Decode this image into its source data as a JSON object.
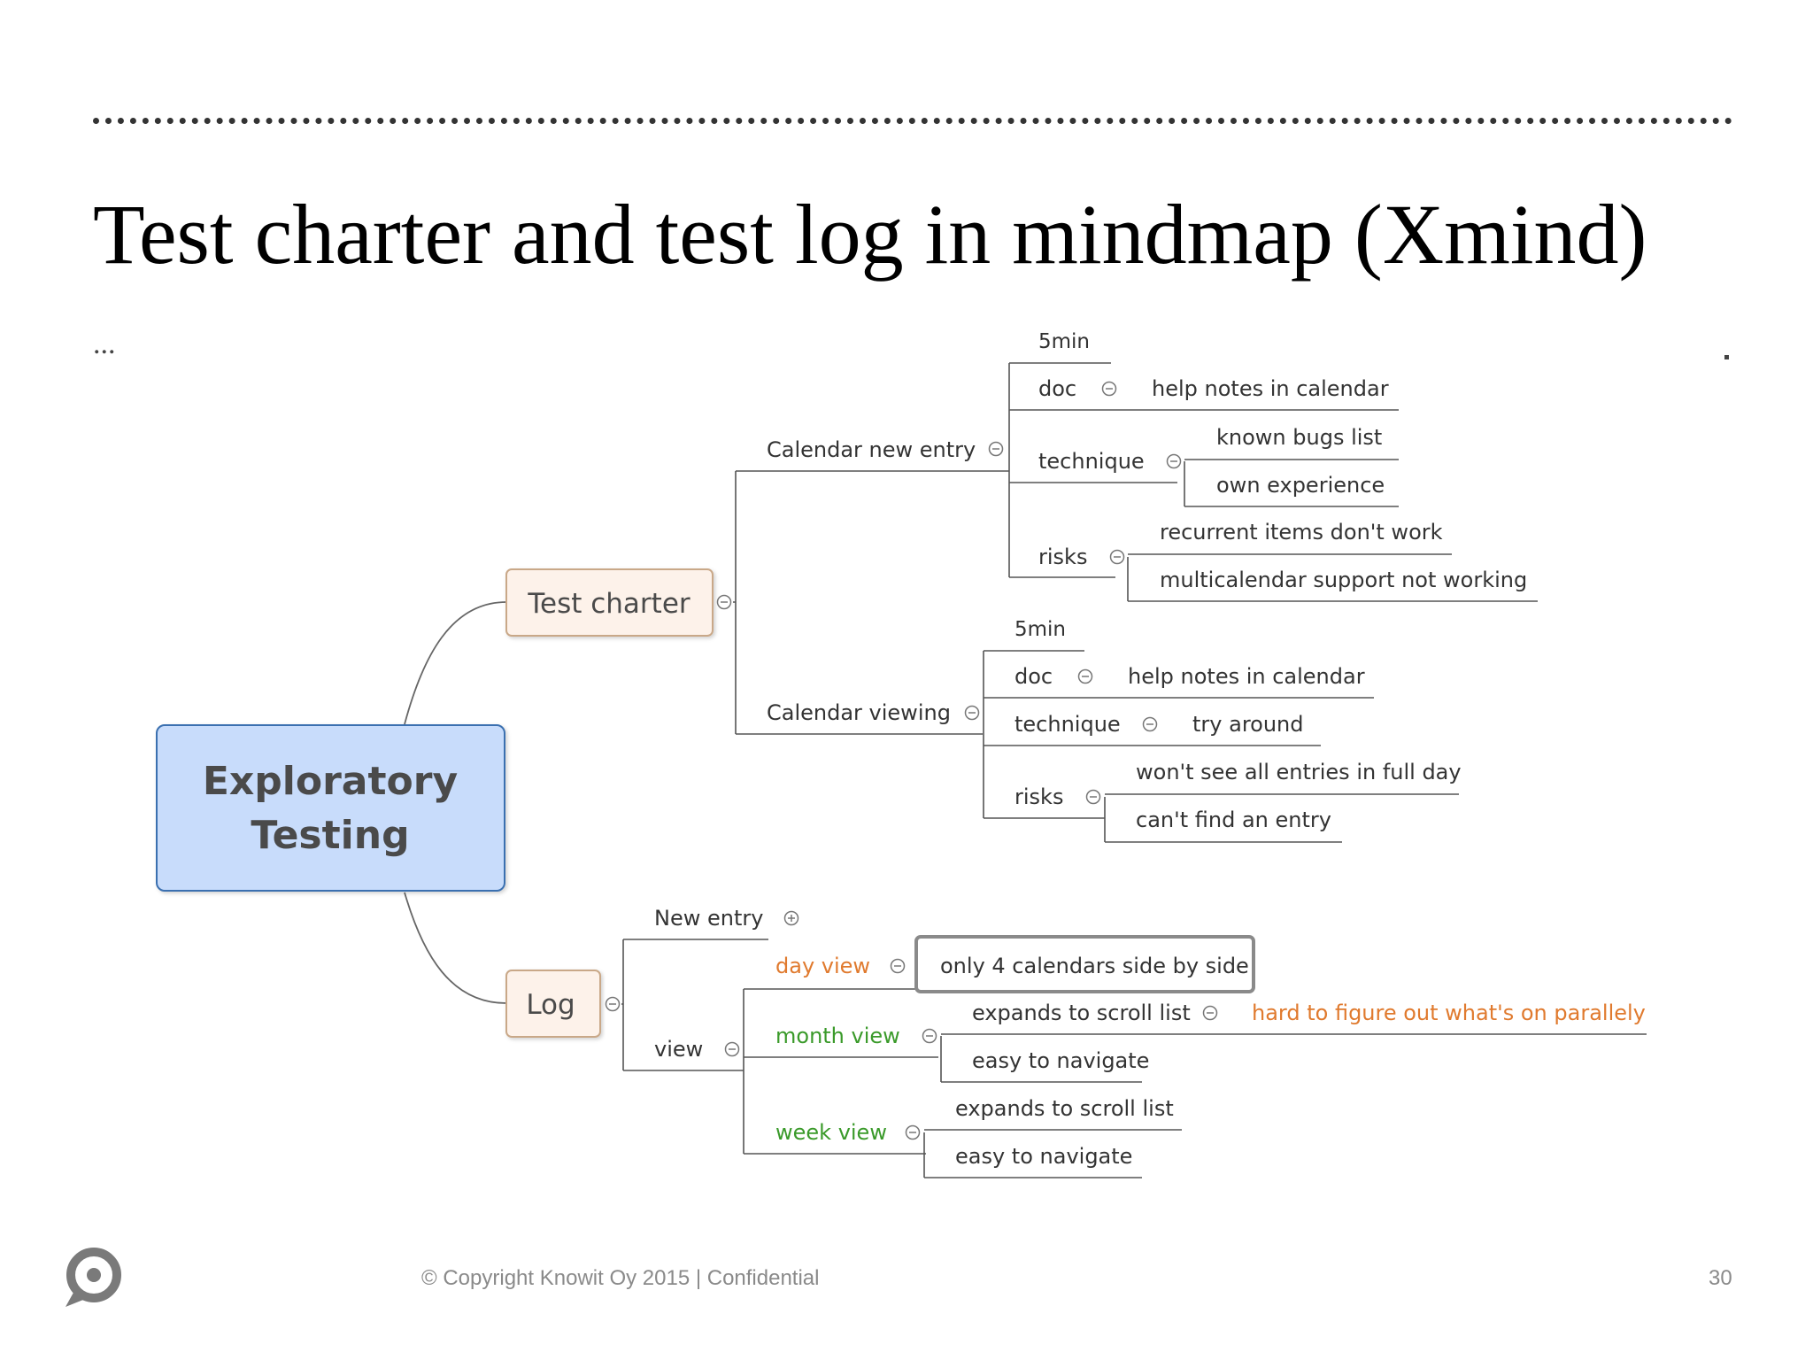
{
  "slide": {
    "title": "Test charter and test log in mindmap (Xmind)",
    "ellipsis": "...",
    "footer": {
      "copyright": "© Copyright  Knowit Oy 2015  | Confidential",
      "page_number": "30"
    }
  },
  "mindmap": {
    "root": "Exploratory Testing",
    "colors": {
      "root_fill": "#c8dcfb",
      "root_border": "#3a6fb0",
      "branch_fill": "#fdf2ea",
      "branch_border": "#c9a888",
      "orange_text": "#e07a2e",
      "green_text": "#3a9a2a",
      "line": "#555555"
    },
    "test_charter": {
      "label": "Test charter",
      "calendar_new_entry": {
        "label": "Calendar new entry",
        "time": "5min",
        "doc": "doc",
        "doc_item": "help notes in calendar",
        "technique": "technique",
        "technique_items": [
          "known bugs list",
          "own experience"
        ],
        "risks": "risks",
        "risk_items": [
          "recurrent items don't work",
          "multicalendar support not working"
        ]
      },
      "calendar_viewing": {
        "label": "Calendar viewing",
        "time": "5min",
        "doc": "doc",
        "doc_item": "help notes in calendar",
        "technique": "technique",
        "technique_item": "try around",
        "risks": "risks",
        "risk_items": [
          "won't see all entries in full day",
          "can't find an entry"
        ]
      }
    },
    "log": {
      "label": "Log",
      "new_entry": "New entry",
      "view": "view",
      "day_view": "day view",
      "day_view_item": "only 4 calendars side by side",
      "month_view": "month view",
      "month_view_items": [
        "expands to scroll list",
        "easy to navigate"
      ],
      "month_view_note": "hard to figure out what's on parallely",
      "week_view": "week view",
      "week_view_items": [
        "expands to scroll list",
        "easy to navigate"
      ]
    }
  }
}
